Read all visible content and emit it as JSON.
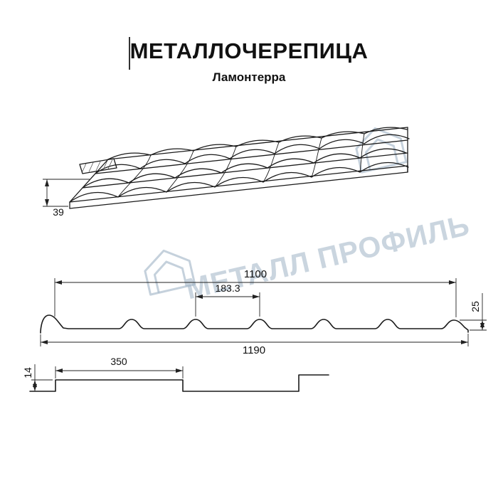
{
  "header": {
    "title": "МЕТАЛЛОЧЕРЕПИЦА",
    "subtitle": "Ламонтерра"
  },
  "watermark": {
    "text": "МЕТАЛЛ ПРОФИЛЬ",
    "color": "#9eb2c5"
  },
  "colors": {
    "line": "#1a1a1a",
    "background": "#ffffff"
  },
  "dimensions": {
    "perspective": {
      "front_edge_height": "39"
    },
    "cross_section": {
      "cover_width": "1100",
      "wave_pitch": "183.3",
      "profile_height": "25",
      "overall_width": "1190"
    },
    "longitudinal": {
      "module_length": "350",
      "step_height": "14"
    }
  }
}
